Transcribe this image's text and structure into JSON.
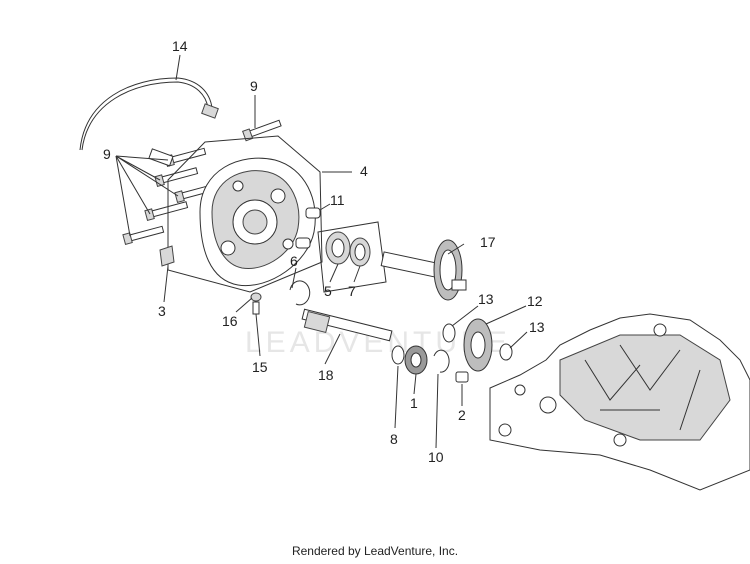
{
  "diagram": {
    "watermark": "LEADVENTURE",
    "footer": "Rendered by LeadVenture, Inc.",
    "callouts": [
      {
        "id": "c14",
        "label": "14"
      },
      {
        "id": "c9a",
        "label": "9"
      },
      {
        "id": "c9b",
        "label": "9"
      },
      {
        "id": "c4",
        "label": "4"
      },
      {
        "id": "c11",
        "label": "11"
      },
      {
        "id": "c17",
        "label": "17"
      },
      {
        "id": "c6",
        "label": "6"
      },
      {
        "id": "c5",
        "label": "5"
      },
      {
        "id": "c7",
        "label": "7"
      },
      {
        "id": "c3",
        "label": "3"
      },
      {
        "id": "c16",
        "label": "16"
      },
      {
        "id": "c15",
        "label": "15"
      },
      {
        "id": "c18",
        "label": "18"
      },
      {
        "id": "c13a",
        "label": "13"
      },
      {
        "id": "c12",
        "label": "12"
      },
      {
        "id": "c13b",
        "label": "13"
      },
      {
        "id": "c1",
        "label": "1"
      },
      {
        "id": "c2",
        "label": "2"
      },
      {
        "id": "c8",
        "label": "8"
      },
      {
        "id": "c10",
        "label": "10"
      }
    ]
  }
}
